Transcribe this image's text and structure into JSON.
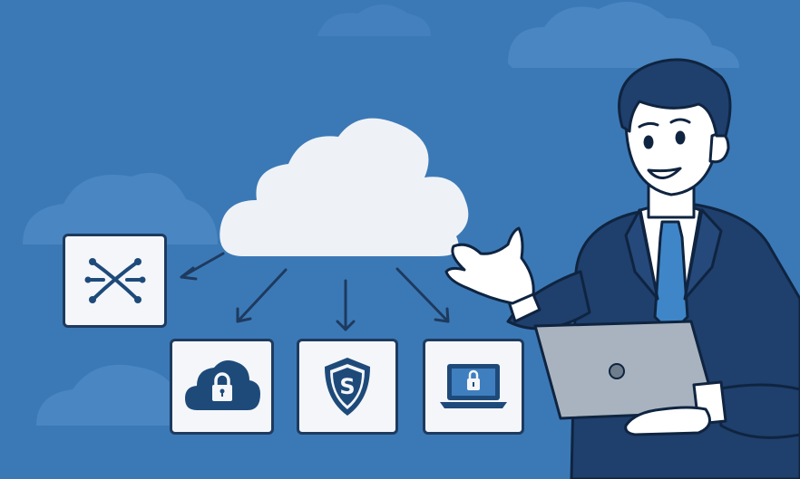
{
  "scene": {
    "background_color": "#3b79b6",
    "cloud_color": "#eef2f7",
    "line_color": "#1e3a5f",
    "icon_color": "#1e4a7a"
  },
  "tiles": [
    {
      "id": "network",
      "icon": "network-nodes-icon"
    },
    {
      "id": "cloud-security",
      "icon": "cloud-lock-icon"
    },
    {
      "id": "shield",
      "icon": "shield-s-icon",
      "glyph": "S"
    },
    {
      "id": "device-security",
      "icon": "laptop-lock-icon"
    }
  ],
  "person": {
    "suit_color": "#1f3f6c",
    "tie_color": "#3f86c8",
    "laptop_color": "#a9b3bf"
  }
}
